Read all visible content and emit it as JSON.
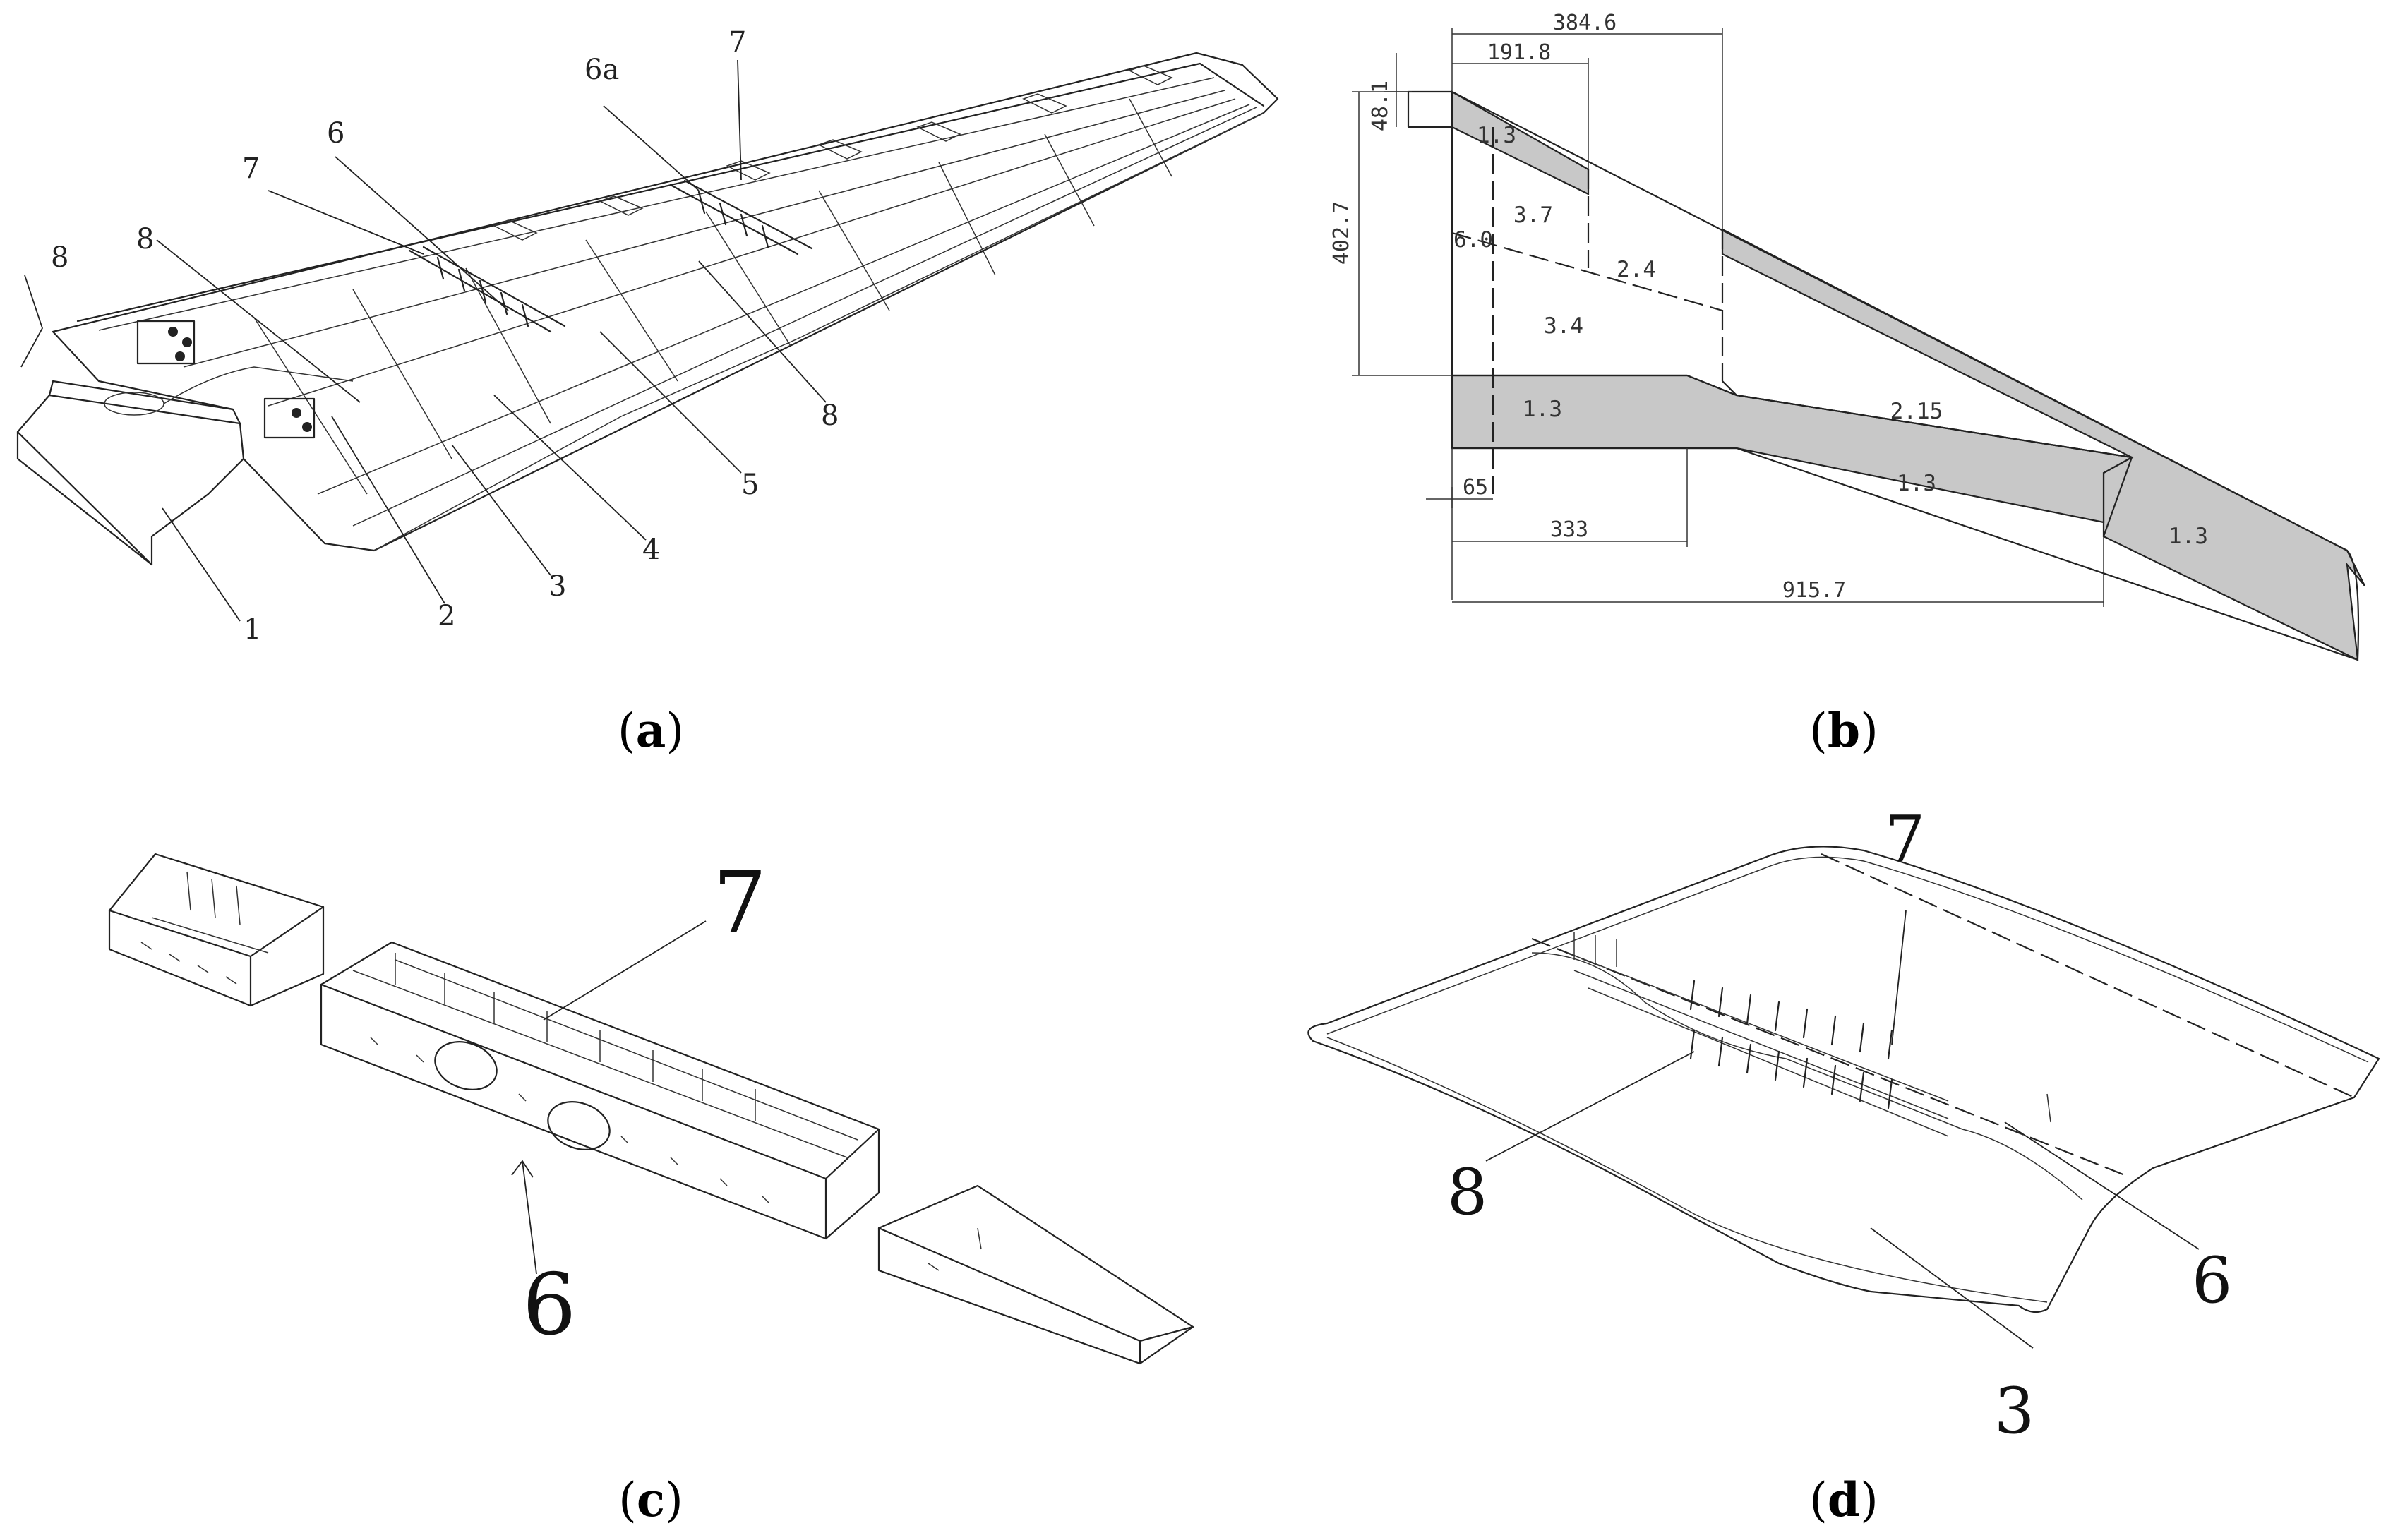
{
  "panels": {
    "a": {
      "caption_letter": "a",
      "labels": {
        "l1": "1",
        "l2": "2",
        "l3": "3",
        "l4": "4",
        "l5": "5",
        "l6": "6",
        "l6a": "6a",
        "l7a": "7",
        "l7b": "7",
        "l8a": "8",
        "l8b": "8",
        "l8c": "8"
      }
    },
    "b": {
      "caption_letter": "b",
      "dimensions": {
        "d384": "384.6",
        "d191": "191.8",
        "d48": "48.1",
        "d402": "402.7",
        "d65": "65",
        "d333": "333",
        "d915": "915.7"
      },
      "zones": {
        "z1": "1.3",
        "z2": "3.7",
        "z3": "6.0",
        "z4": "2.4",
        "z5": "3.4",
        "z6": "1.3",
        "z7": "2.15",
        "z8": "1.3",
        "z9": "1.3"
      }
    },
    "c": {
      "caption_letter": "c",
      "labels": {
        "l7": "7",
        "l6": "6"
      }
    },
    "d": {
      "caption_letter": "d",
      "labels": {
        "l7": "7",
        "l8": "8",
        "l6": "6",
        "l3": "3"
      }
    }
  },
  "colors": {
    "line": "#222222",
    "shade": "#c8c8c8",
    "background": "#ffffff"
  }
}
